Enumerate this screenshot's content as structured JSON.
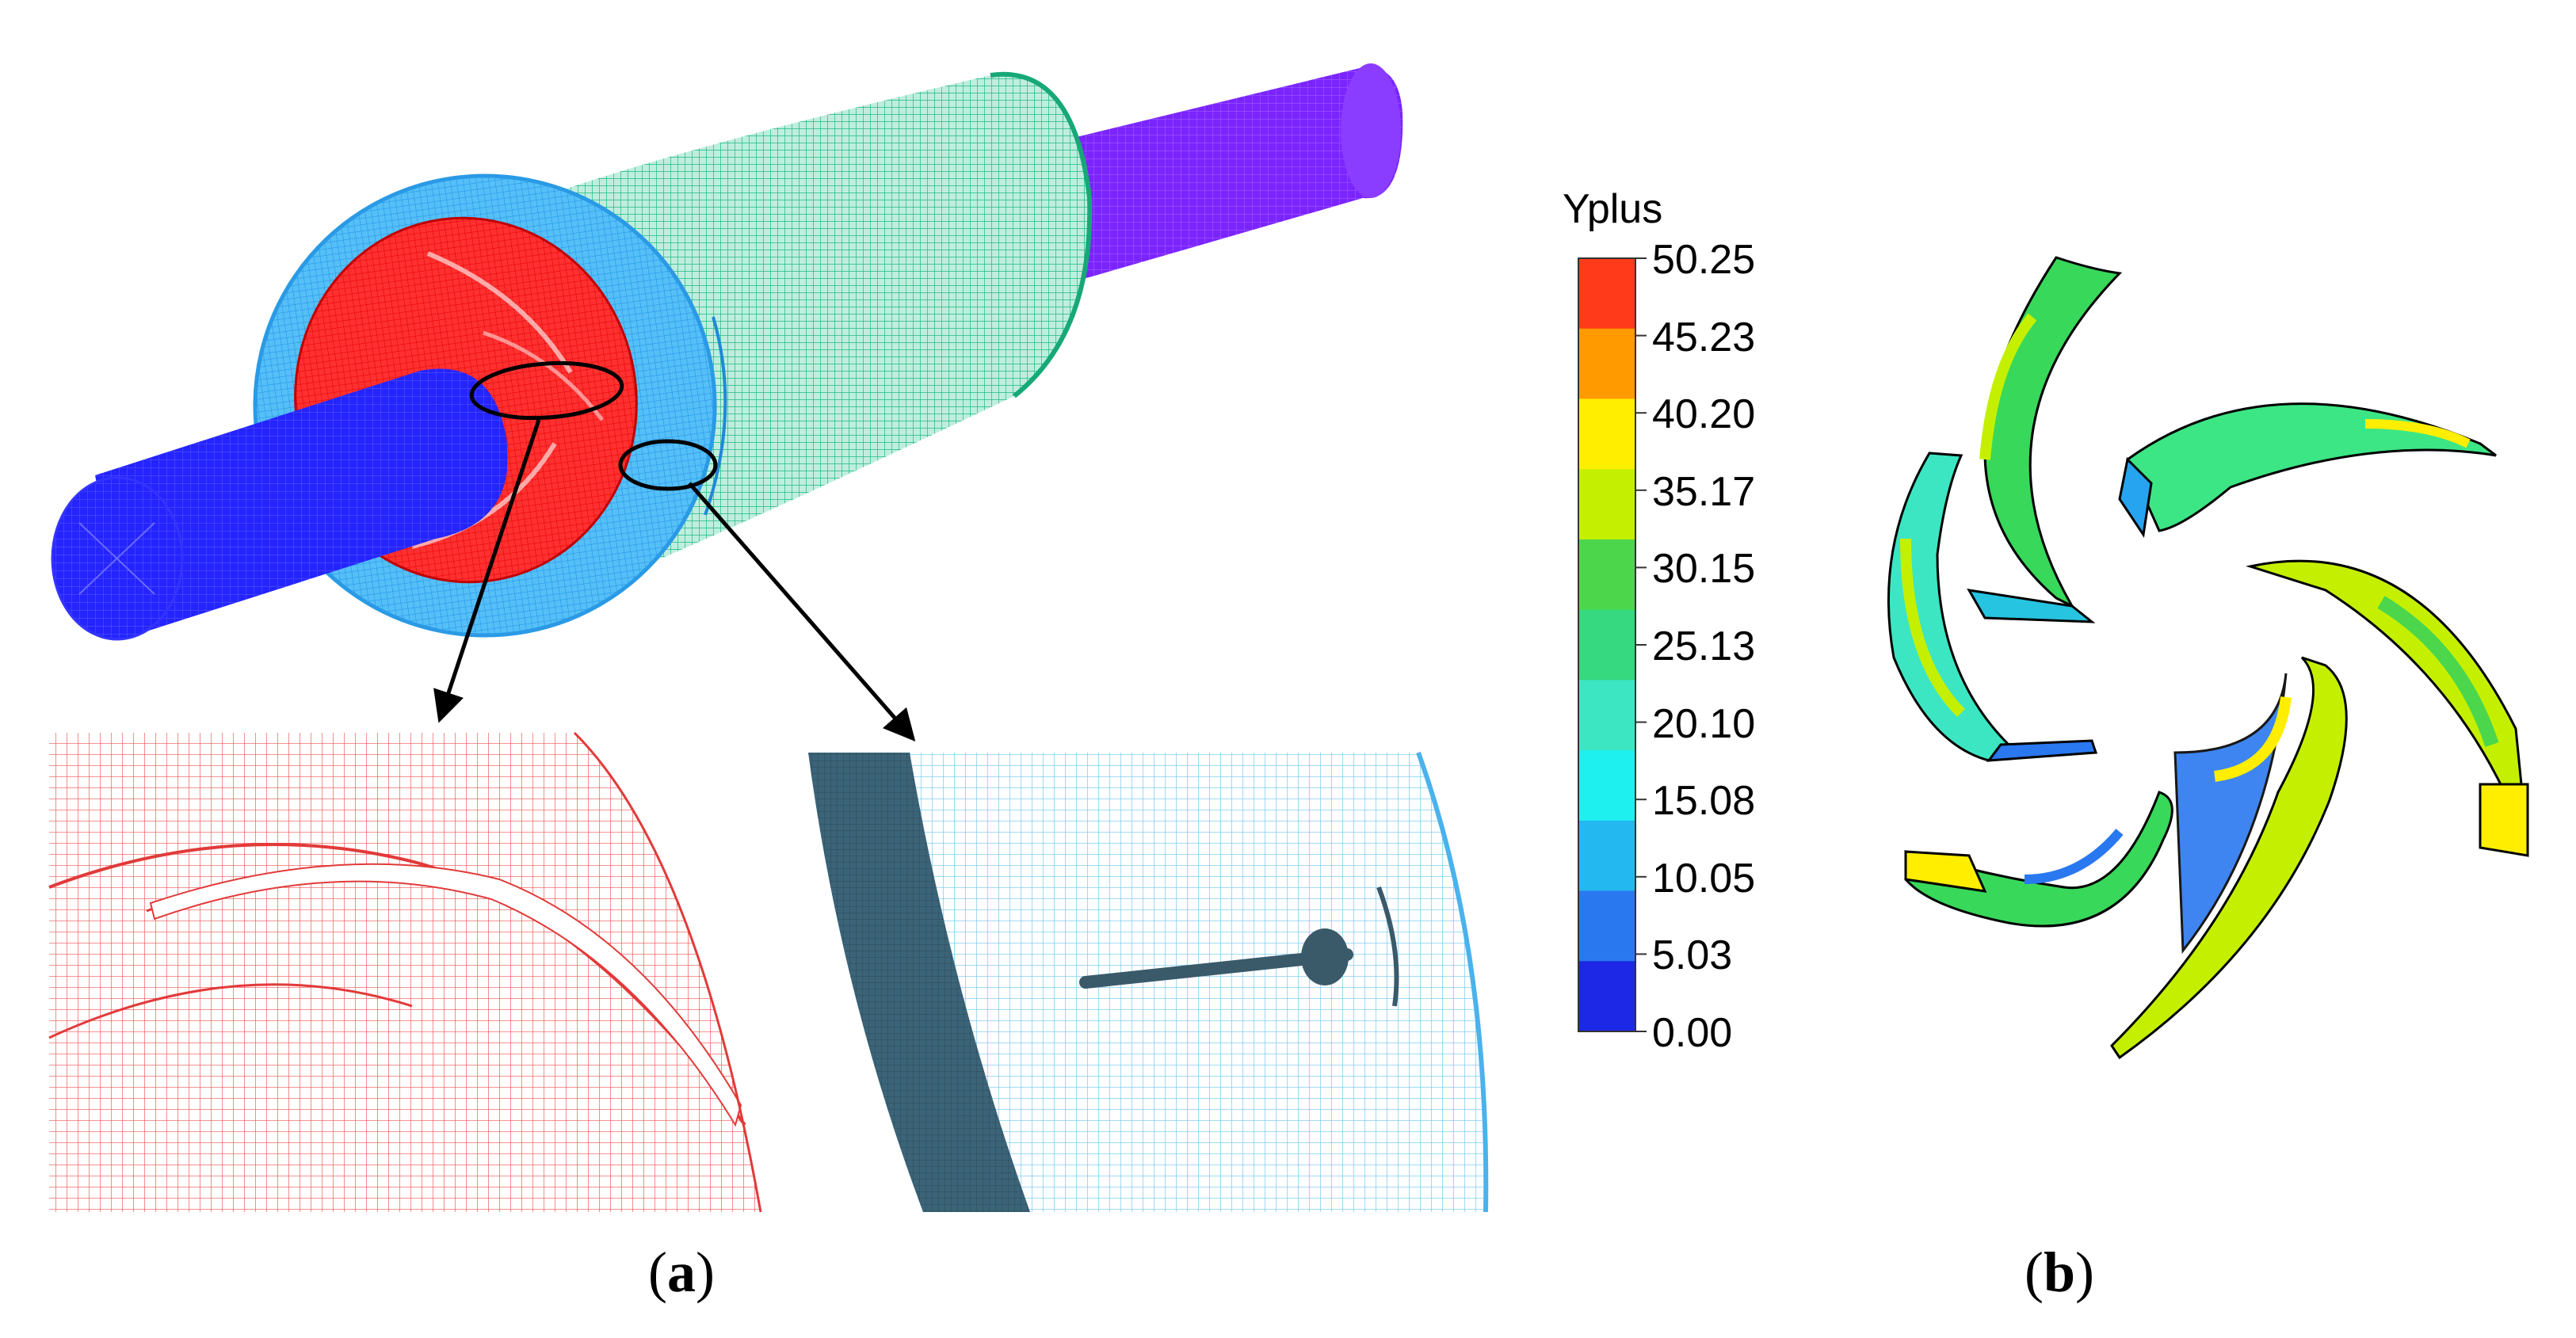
{
  "captions": {
    "a": "a",
    "b": "b"
  },
  "legend": {
    "title": "Yplus",
    "ticks": [
      "50.25",
      "45.23",
      "40.20",
      "35.17",
      "30.15",
      "25.13",
      "20.10",
      "15.08",
      "10.05",
      "5.03",
      "0.00"
    ],
    "colors": [
      "#ff3a1a",
      "#ff9a00",
      "#ffee00",
      "#c4f000",
      "#4cd64c",
      "#36d880",
      "#3ce6c2",
      "#1ef0f0",
      "#24b8f0",
      "#2a78f0",
      "#1c28e6"
    ]
  },
  "colors": {
    "shaft": "#2424ff",
    "shaft_back": "#7a24ff",
    "housing_green": "#2ec79a",
    "ring_blue": "#2fa6f0",
    "impeller_red": "#ff2020"
  }
}
